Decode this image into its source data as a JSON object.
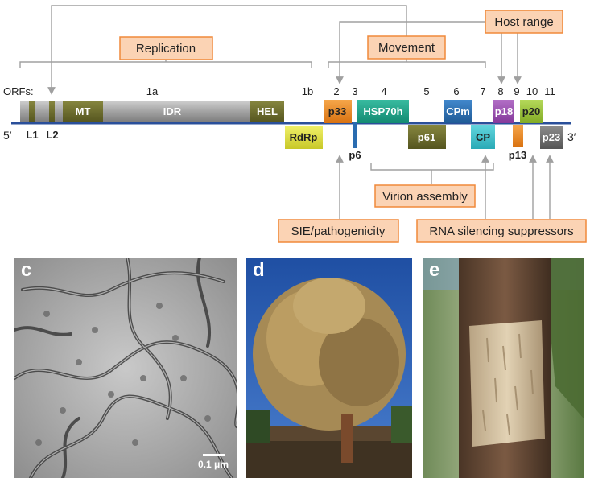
{
  "diagram": {
    "orfs_label": "ORFs:",
    "end_5": "5′",
    "end_3": "3′",
    "orf_numbers": [
      "1a",
      "1b",
      "2",
      "3",
      "4",
      "5",
      "6",
      "7",
      "8",
      "9",
      "10",
      "11"
    ],
    "proteins": {
      "L1": "L1",
      "L2": "L2",
      "MT": "MT",
      "IDR": "IDR",
      "HEL": "HEL",
      "RdRp": "RdRp",
      "p33": "p33",
      "p6": "p6",
      "HSP70h": "HSP70h",
      "p61": "p61",
      "CPm": "CPm",
      "CP": "CP",
      "p18": "p18",
      "p13": "p13",
      "p20": "p20",
      "p23": "p23"
    },
    "function_labels": {
      "replication": "Replication",
      "movement": "Movement",
      "host_range": "Host range",
      "virion_assembly": "Virion assembly",
      "sie": "SIE/pathogenicity",
      "rna_silencing": "RNA silencing suppressors"
    },
    "colors": {
      "olive": "#6b6b2c",
      "gray": "#9a9a9a",
      "yellow": "#dede3a",
      "orange": "#f08a1c",
      "blue": "#2a6cb0",
      "teal": "#21a38a",
      "cyan": "#3fc3cf",
      "purple": "#9b4fb0",
      "lime": "#9bc43a",
      "darkgray": "#6d6d6d",
      "label_fill": "#fbd3b4",
      "label_stroke": "#f0893a"
    }
  },
  "panels": [
    {
      "letter": "c",
      "scale_label": "0.1 μm"
    },
    {
      "letter": "d"
    },
    {
      "letter": "e"
    }
  ]
}
